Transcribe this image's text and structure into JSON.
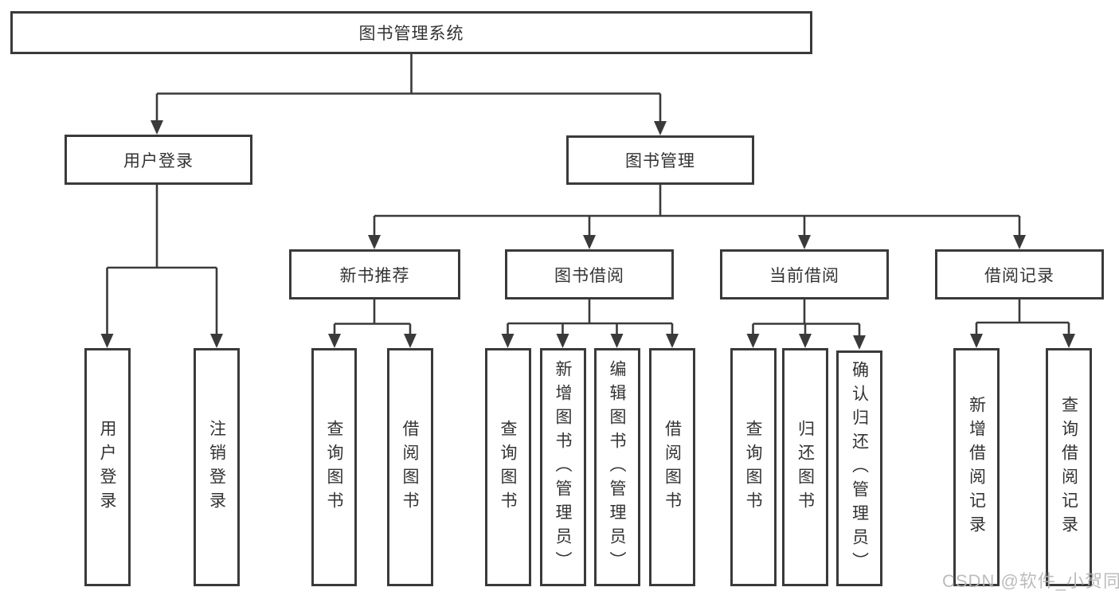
{
  "tree": {
    "label": "图书管理系统",
    "children": [
      {
        "label": "用户登录",
        "children": [
          {
            "label": "用户登录"
          },
          {
            "label": "注销登录"
          }
        ]
      },
      {
        "label": "图书管理",
        "children": [
          {
            "label": "新书推荐",
            "children": [
              {
                "label": "查询图书"
              },
              {
                "label": "借阅图书"
              }
            ]
          },
          {
            "label": "图书借阅",
            "children": [
              {
                "label": "查询图书"
              },
              {
                "label": "新增图书（管理员）"
              },
              {
                "label": "编辑图书（管理员）"
              },
              {
                "label": "借阅图书"
              }
            ]
          },
          {
            "label": "当前借阅",
            "children": [
              {
                "label": "查询图书"
              },
              {
                "label": "归还图书"
              },
              {
                "label": "确认归还（管理员）"
              }
            ]
          },
          {
            "label": "借阅记录",
            "children": [
              {
                "label": "新增借阅记录"
              },
              {
                "label": "查询借阅记录"
              }
            ]
          }
        ]
      }
    ]
  },
  "watermark": "CSDN @软件_小贺同学",
  "colors": {
    "line": "#3a3a3a",
    "text": "#333333",
    "watermark": "#b5b5b5",
    "bg": "#ffffff"
  }
}
